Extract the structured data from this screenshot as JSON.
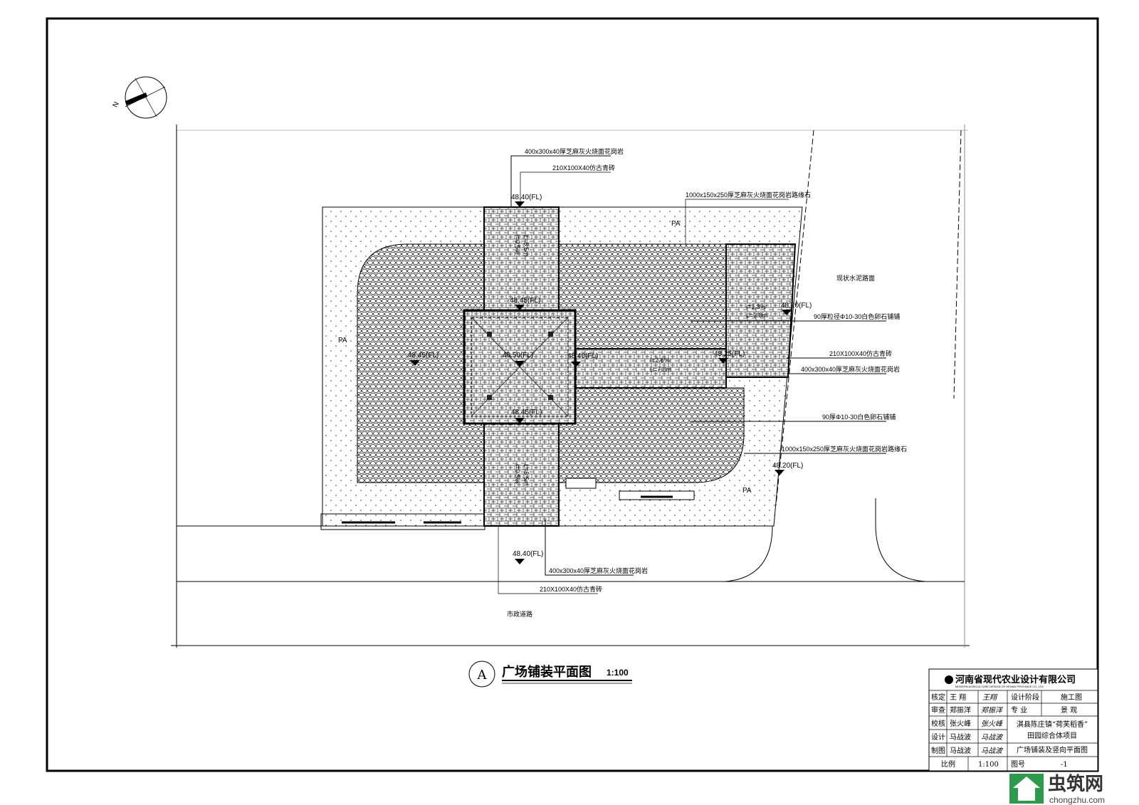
{
  "drawing": {
    "title": "广场铺装平面图",
    "scale": "1:100",
    "section_mark": "A",
    "north_label": "N",
    "area_labels": {
      "pa_top": "PA",
      "pa_left": "PA",
      "pa_bottom": "PA",
      "existing_road": "现状水泥路面",
      "municipal_road": "市政道路"
    },
    "elevations": {
      "top_entry": "48.40(FL)",
      "north_path": "48.45(FL)",
      "center": "48.50(FL)",
      "east_of_square": "48.40(FL)",
      "south_path": "48.45(FL)",
      "west": "48.45(FL)",
      "east_path_end": "48.25(FL)",
      "east_top": "48.20(FL)",
      "east_bottom": "48.20(FL)",
      "bottom_entry": "48.40(FL)"
    },
    "slopes": {
      "north_i": "i=0.5%",
      "north_l": "L=5.5m",
      "south_i": "i=0.5%",
      "south_l": "L=5.5m",
      "east_i": "i=2.6%",
      "east_l": "L=7.8m",
      "ne_i": "i=1.3%",
      "ne_l": "L=3.8m"
    },
    "callouts": {
      "top_granite": "400x300x40厚芝麻灰火烧面花岗岩",
      "top_brick": "210X100X40仿古青砖",
      "top_curb": "1000x150x250厚芝麻灰火烧面花岗岩路缘石",
      "right_pebble1": "90厚粒径Φ10-30白色卵石铺铺",
      "right_brick": "210X100X40仿古青砖",
      "right_granite": "400x300x40厚芝麻灰火烧面花岗岩",
      "right_pebble2": "90厚Φ10-30白色卵石铺铺",
      "right_curb": "1000x150x250厚芝麻灰火烧面花岗岩路缘石",
      "bottom_granite": "400x300x40厚芝麻灰火烧面花岗岩",
      "bottom_brick": "210X100X40仿古青砖"
    }
  },
  "title_block": {
    "company_cn": "河南省现代农业设计有限公司",
    "company_en": "MODERN AGRICULTURE DESIGN OF HENAN PROVINCE CO.,LTD",
    "rows": [
      {
        "role": "核定",
        "name": "王  翔",
        "sign": "王翔"
      },
      {
        "role": "审查",
        "name": "郑振洋",
        "sign": "郑振洋"
      },
      {
        "role": "校核",
        "name": "张火峰",
        "sign": "张火峰"
      },
      {
        "role": "设计",
        "name": "马战波",
        "sign": "马战波"
      },
      {
        "role": "制图",
        "name": "马战波",
        "sign": "马战波"
      }
    ],
    "phase_label": "设计阶段",
    "phase_value": "施工图",
    "discipline_label": "专  业",
    "discipline_value": "景  观",
    "project_line1": "淇县陈庄镇“荷芙稻香”",
    "project_line2": "田园综合体项目",
    "sheet_title": "广场铺装及竖向平面图",
    "scale_label": "比例",
    "scale_value": "1:100",
    "sheet_no_label": "图号",
    "sheet_no_value": "-1"
  },
  "watermark": {
    "brand": "虫筑网",
    "url": "chongzhu.com"
  }
}
